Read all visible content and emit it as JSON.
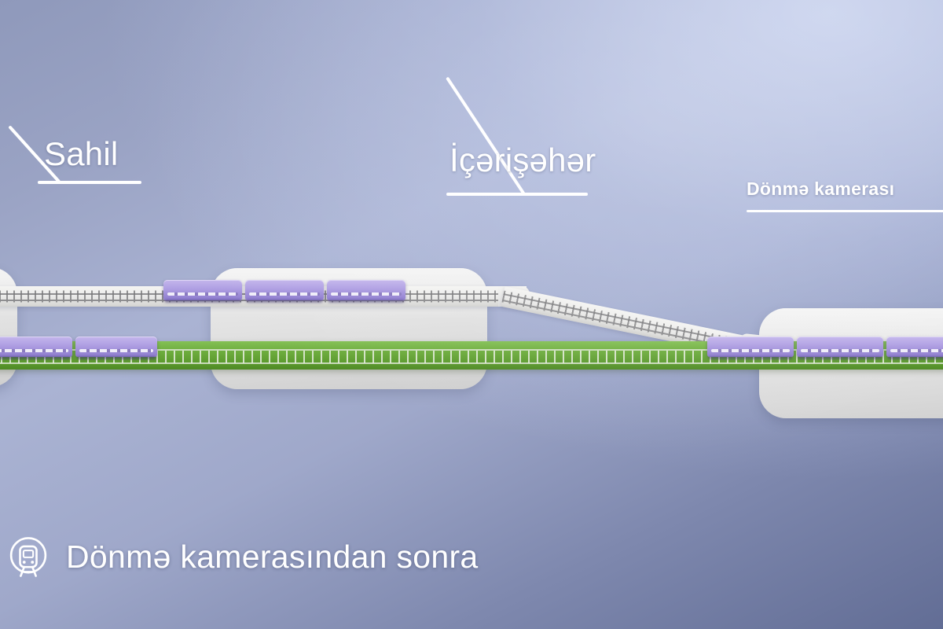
{
  "diagram": {
    "title_caption": "Dönmə kamerasından sonra",
    "caption_icon": "metro-train-circle-icon",
    "labels": [
      {
        "id": "sahil",
        "text": "Sahil",
        "style": "leader-line"
      },
      {
        "id": "ice",
        "text": "İçərişəhər",
        "style": "leader-line"
      },
      {
        "id": "donme",
        "text": "Dönmə kamerası",
        "style": "underlined"
      }
    ],
    "colors": {
      "background_top": "#b7c2e5",
      "background_bottom": "#626d95",
      "station_slab": "#e3e3e3",
      "track_bed": "#ececeb",
      "green_line": "#6fae3f",
      "train_car": "#b2a2e4",
      "label_text": "#ffffff"
    },
    "elements": {
      "station_left": "Sahil station platform slab",
      "station_mid": "İçərişəhər station platform slab",
      "station_right": "Turnaround chamber platform slab",
      "upper_track": "Upper level track bed",
      "ramp_track": "Descending connector ramp track",
      "green_track": "Green line track bed",
      "trains": [
        {
          "location": "upper-track-middle",
          "cars": 3
        },
        {
          "location": "green-line-left",
          "cars": 2
        },
        {
          "location": "green-line-right",
          "cars": 3
        }
      ]
    }
  }
}
